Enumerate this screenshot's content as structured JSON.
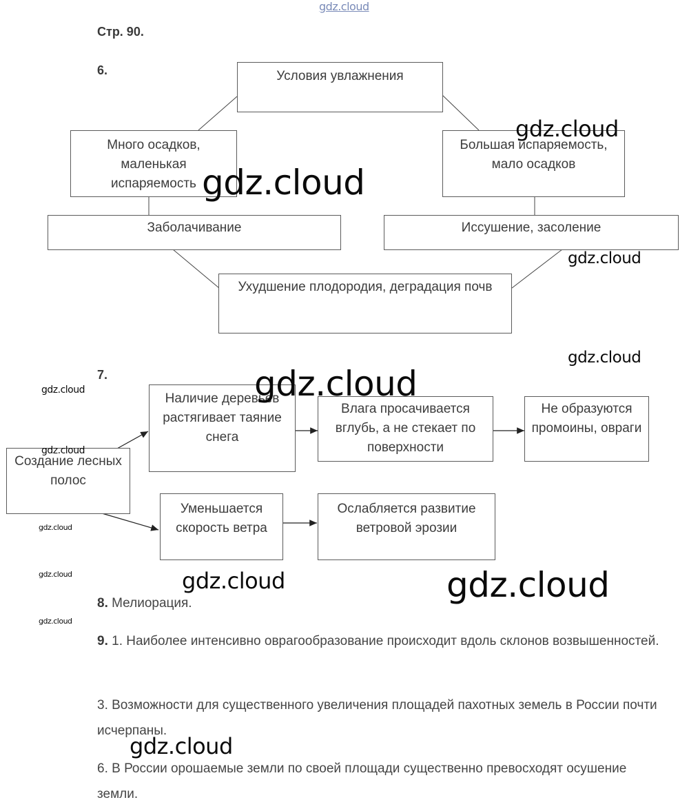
{
  "page_ref": "Стр. 90.",
  "task6": {
    "number": "6.",
    "top": "Условия увлажнения",
    "left": "Много осадков, маленькая испаряемость",
    "right": "Большая испаряемость, мало осадков",
    "left_result": "Заболачивание",
    "right_result": "Иссушение, засоление",
    "bottom": "Ухудшение плодородия, деградация почв"
  },
  "task7": {
    "number": "7.",
    "root": "Создание лесных полос",
    "row1": [
      "Наличие деревьев растягивает таяние снега",
      "Влага просачивается вглубь, а не стекает по поверхности",
      "Не образуются промоины, овраги"
    ],
    "row2": [
      "Уменьшается скорость ветра",
      "Ослабляется развитие ветровой эрозии"
    ]
  },
  "task8": {
    "number": "8.",
    "text": "Мелиорация."
  },
  "task9": {
    "number": "9.",
    "items": [
      "1. Наиболее интенсивно оврагообразование происходит вдоль склонов возвышенностей.",
      "3. Возможности для существенного увеличения площадей пахотных земель в России почти исчерпаны.",
      "6. В России орошаемые земли по своей площади существенно превосходят осушение земли."
    ]
  },
  "watermark": "gdz.cloud"
}
